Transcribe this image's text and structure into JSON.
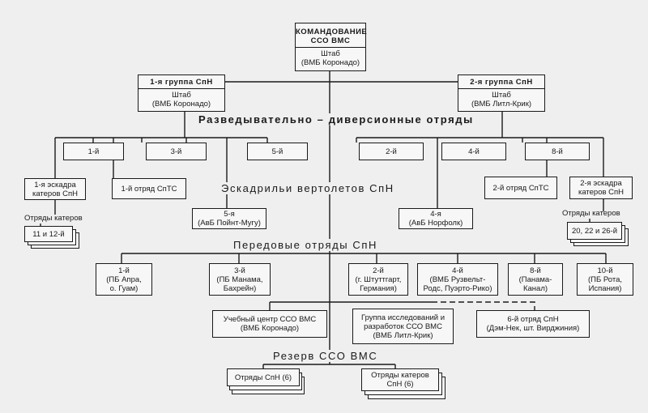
{
  "command": {
    "title_line1": "КОМАНДОВАНИЕ",
    "title_line2": "ССО ВМС",
    "hq_line1": "Штаб",
    "hq_line2": "(ВМБ Коронадо)"
  },
  "group1": {
    "title": "1-я группа СпН",
    "hq_line1": "Штаб",
    "hq_line2": "(ВМБ Коронадо)"
  },
  "group2": {
    "title": "2-я группа СпН",
    "hq_line1": "Штаб",
    "hq_line2": "(ВМБ Литл-Крик)"
  },
  "sections": {
    "recon": "Разведывательно – диверсионные отряды",
    "heli": "Эскадрильи вертолетов СпН",
    "forward": "Передовые отряды СпН",
    "reserve": "Резерв ССО ВМС"
  },
  "recon_units": {
    "left": [
      "1-й",
      "3-й",
      "5-й"
    ],
    "right": [
      "2-й",
      "4-й",
      "8-й"
    ]
  },
  "group1_units": {
    "squadron_line1": "1-я эскадра",
    "squadron_line2": "катеров СпН",
    "sptc": "1-й отряд СпТС",
    "boats_caption": "Отряды катеров",
    "boats_stack": "11 и 12-й"
  },
  "group2_units": {
    "squadron_line1": "2-я эскадра",
    "squadron_line2": "катеров СпН",
    "sptc": "2-й отряд СпТС",
    "boats_caption": "Отряды катеров",
    "boats_stack": "20, 22 и 26-й"
  },
  "heli_units": {
    "h5_line1": "5-я",
    "h5_line2": "(АвБ Пойнт-Мугу)",
    "h4_line1": "4-я",
    "h4_line2": "(АвБ Норфолк)"
  },
  "forward_units": [
    {
      "line1": "1-й",
      "line2": "(ПБ Апра,",
      "line3": "о. Гуам)"
    },
    {
      "line1": "3-й",
      "line2": "(ПБ Манама,",
      "line3": "Бахрейн)"
    },
    {
      "line1": "2-й",
      "line2": "(г. Штуттгарт,",
      "line3": "Германия)"
    },
    {
      "line1": "4-й",
      "line2": "(ВМБ Рузвельт-",
      "line3": "Родс, Пуэрто-Рико)"
    },
    {
      "line1": "8-й",
      "line2": "(Панама-",
      "line3": "Канал)"
    },
    {
      "line1": "10-й",
      "line2": "(ПБ Рота,",
      "line3": "Испания)"
    }
  ],
  "support_units": {
    "training_line1": "Учебный центр ССО ВМС",
    "training_line2": "(ВМБ Коронадо)",
    "research_line1": "Группа исследований и",
    "research_line2": "разработок ССО ВМС",
    "research_line3": "(ВМБ Литл-Крик)",
    "sixth_line1": "6-й отряд СпН",
    "sixth_line2": "(Дэм-Нек, шт. Вирджиния)"
  },
  "reserve_units": {
    "spn": "Отряды СпН (6)",
    "boats_line1": "Отряды катеров",
    "boats_line2": "СпН (6)"
  }
}
